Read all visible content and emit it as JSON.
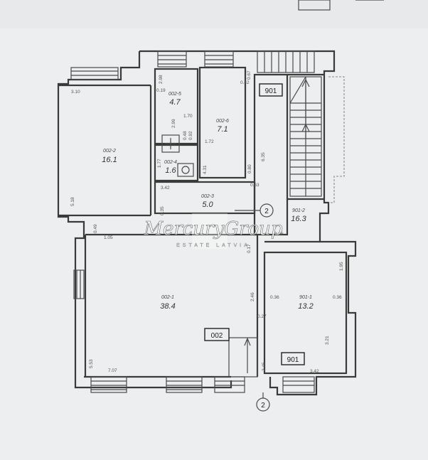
{
  "watermark": {
    "brand": "MercuryGroup",
    "tagline": "ESTATE   LATVIA"
  },
  "units": {
    "unit_901_top": "901",
    "unit_002": "002",
    "unit_901_bottom": "901"
  },
  "axis_markers": {
    "marker_mid": "2",
    "marker_bottom": "2"
  },
  "rooms": {
    "r002_2": {
      "id": "002-2",
      "area": "16.1"
    },
    "r002_5": {
      "id": "002-5",
      "area": "4.7"
    },
    "r002_6": {
      "id": "002-6",
      "area": "7.1"
    },
    "r002_4": {
      "id": "002-4",
      "area": "1.6"
    },
    "r002_3": {
      "id": "002-3",
      "area": "5.0"
    },
    "r901_2": {
      "id": "901-2",
      "area": "16.3"
    },
    "r002_1": {
      "id": "002-1",
      "area": "38.4"
    },
    "r901_1": {
      "id": "901-1",
      "area": "13.2"
    }
  },
  "dimensions": {
    "d310": "3.10",
    "d518": "5.18",
    "d049": "0.49",
    "d105": "1.05",
    "d298": "2.98",
    "d019": "0.19",
    "d170": "1.70",
    "d299": "2.99",
    "d048": "0.48",
    "d092": "0.92",
    "d042": "0.42",
    "d067": "0.67",
    "d172": "1.72",
    "d177": "1.77",
    "d431": "4.31",
    "d342": "3.42",
    "d063": "0.63",
    "d035": "0.35",
    "d080": "0.80",
    "d635": "6.35",
    "d296": "2.96",
    "d017": "0.17",
    "d246": "2.46",
    "d027": "0.27",
    "d553": "5.53",
    "d707": "7.07",
    "d245": "2.45",
    "d036a": "0.36",
    "d036b": "0.36",
    "d195": "1.95",
    "d321": "3.21",
    "d342b": "3.42"
  }
}
